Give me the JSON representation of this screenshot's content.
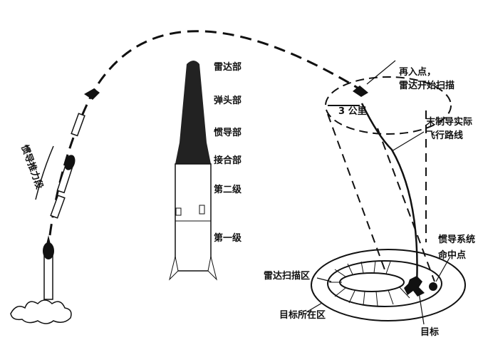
{
  "labels": {
    "boost_phase": "惯导推力段",
    "radar_section": "雷达部",
    "warhead_section": "弹头部",
    "inertial_section": "惯导部",
    "joint_section": "接合部",
    "second_stage": "第二级",
    "first_stage": "第一级",
    "reentry_line1": "再入点，",
    "reentry_line2": "雷达开始扫描",
    "distance": "3 公里",
    "terminal_line1": "末制导实际",
    "terminal_line2": "飞行路线",
    "inertial_hit_line1": "惯导系统",
    "inertial_hit_line2": "命中点",
    "radar_scan_zone": "雷达扫描区",
    "target_zone": "目标所在区",
    "target": "目标"
  }
}
